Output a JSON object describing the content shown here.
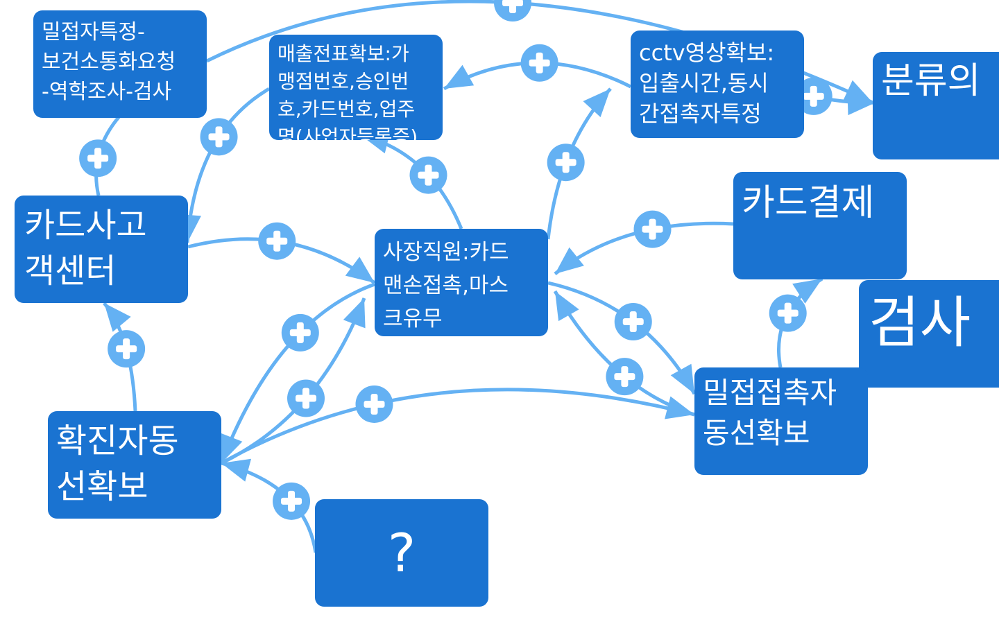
{
  "nodes": {
    "close_contact_identify": "밀접자특정-\n보건소통화요청\n-역학조사-검사",
    "sales_slip": "매출전표확보:가\n맹점번호,승인번\n호,카드번호,업주\n명(사업자등록증)",
    "cctv": "cctv영상확보:\n입출시간,동시\n간접촉자특정",
    "classification": "분류의",
    "card_center": "카드사고\n객센터",
    "owner_staff": "사장직원:카드\n맨손접촉,마스\n크유무",
    "card_payment": "카드결제",
    "inspection": "검사",
    "contact_route": "밀접접촉자\n동선확보",
    "confirmed_route": "확진자동\n선확보",
    "question": "?"
  },
  "colors": {
    "node_fill": "#1a73d1",
    "node_text": "#ffffff",
    "link": "#64b1f3",
    "plus_icon_fill": "#ffffff"
  },
  "icons": {
    "link_toggle": "plus-circle-icon",
    "link_head": "arrow-head-icon"
  }
}
